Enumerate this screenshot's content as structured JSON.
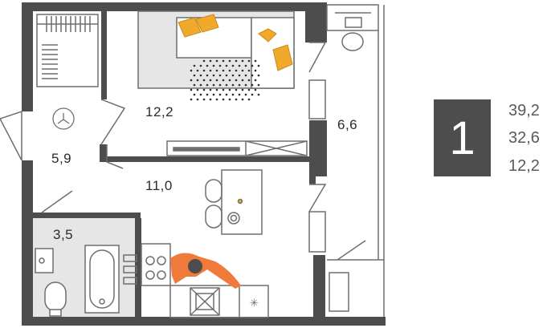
{
  "rooms": {
    "living": "12,2",
    "hall": "5,9",
    "kitchen": "11,0",
    "bath": "3,5",
    "balcony": "6,6"
  },
  "summary": {
    "rooms_count": "1",
    "areas": [
      "39,2",
      "32,6",
      "12,2"
    ]
  },
  "colors": {
    "wall": "#4d4d4d",
    "accent": "#f0a92b",
    "person": "#f07a3a",
    "bath_floor": "#e6e6e6",
    "line": "#6e6e6e"
  }
}
